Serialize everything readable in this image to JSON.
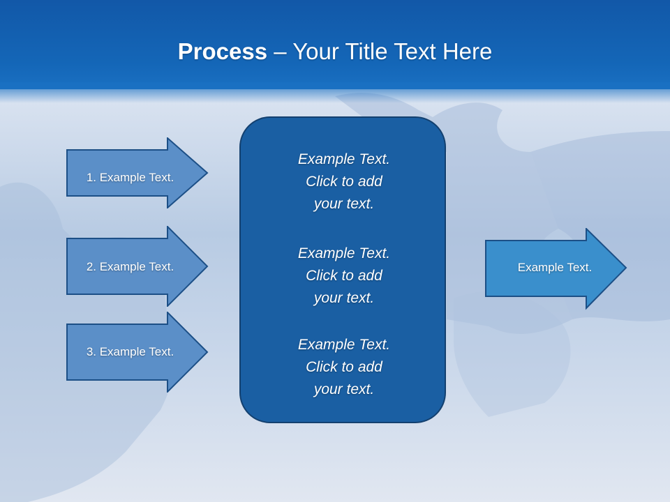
{
  "slide": {
    "title_bold": "Process",
    "title_rest": " – Your Title Text Here"
  },
  "left_arrows": [
    {
      "label": "1. Example Text."
    },
    {
      "label": "2. Example Text."
    },
    {
      "label": "3. Example Text."
    }
  ],
  "center_box": {
    "blocks": [
      {
        "line1": "Example Text.",
        "line2": "Click  to add",
        "line3": "your text."
      },
      {
        "line1": "Example Text.",
        "line2": "Click  to add",
        "line3": "your text."
      },
      {
        "line1": "Example Text.",
        "line2": "Click  to add",
        "line3": "your text."
      }
    ]
  },
  "output_arrow": {
    "label": "Example Text."
  },
  "colors": {
    "header": "#1466b7",
    "left_arrow_fill": "#5b8fc8",
    "center_box_fill": "#1a5fa3",
    "output_arrow_fill": "#3a8fcc",
    "outline": "#1c4f86"
  }
}
